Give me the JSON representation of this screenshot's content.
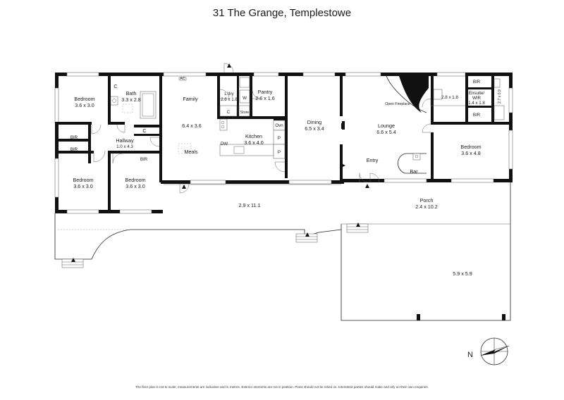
{
  "title": "31 The Grange, Templestowe",
  "rooms": {
    "bedroom_nw": {
      "name": "Bedroom",
      "size": "3.6 x 3.0"
    },
    "bath": {
      "name": "Bath",
      "size": "3.3 x 2.8"
    },
    "family": {
      "name": "Family",
      "size": "6.4 x 3.6",
      "ac": "AC"
    },
    "laundry": {
      "name": "L'dry",
      "size": "2.6 x 1.8",
      "w": "W"
    },
    "pantry": {
      "name": "Pantry",
      "size": "2.6 x 1.6"
    },
    "store": "Store",
    "dining": {
      "name": "Dining",
      "size": "6.5 x 3.4"
    },
    "lounge": {
      "name": "Lounge",
      "size": "6.6 x 5.4",
      "fireplace": "Open Fireplace"
    },
    "ensuite": {
      "name": "Ensuite/",
      "name2": "WIR",
      "size": "1.4 x 1.8"
    },
    "room_28": {
      "size": "2.8 x 1.8"
    },
    "room_27": {
      "size": "2.7 x 0.9"
    },
    "bir_e1": "BIR",
    "bir_e2": "BIR",
    "bedroom_e": {
      "name": "Bedroom",
      "size": "3.6 x 4.8"
    },
    "hallway": {
      "name": "Hallway",
      "size": "1.0 x 4.3"
    },
    "kitchen": {
      "name": "Kitchen",
      "size": "3.6 x 4.0",
      "dw": "DW",
      "oven": "Ovn",
      "p1": "P",
      "p2": "P"
    },
    "meals": "Meals",
    "bedroom_sw": {
      "name": "Bedroom",
      "size": "3.6 x 3.0"
    },
    "bedroom_s": {
      "name": "Bedroom",
      "size": "3.6 x 3.0"
    },
    "bir_w1": "BIR",
    "bir_w2": "BIR",
    "bir_s": "BIR",
    "cup_bath": "C",
    "cup_hall": "C",
    "cup_kitchen": "C",
    "entry": "Entry",
    "bar": "Bar",
    "terrace": {
      "size": "2.9 x 11.1"
    },
    "porch": {
      "name": "Porch",
      "size": "2.4 x 10.2"
    },
    "garage": {
      "size": "5.9 x 5.9"
    }
  },
  "compass": {
    "label": "N"
  },
  "disclaimer": "The floor plan is not to scale; measurements are indicative and in metres. Exterior elements are not in position. Plans should not be relied on. Interested parties should make and rely on their own enquiries."
}
